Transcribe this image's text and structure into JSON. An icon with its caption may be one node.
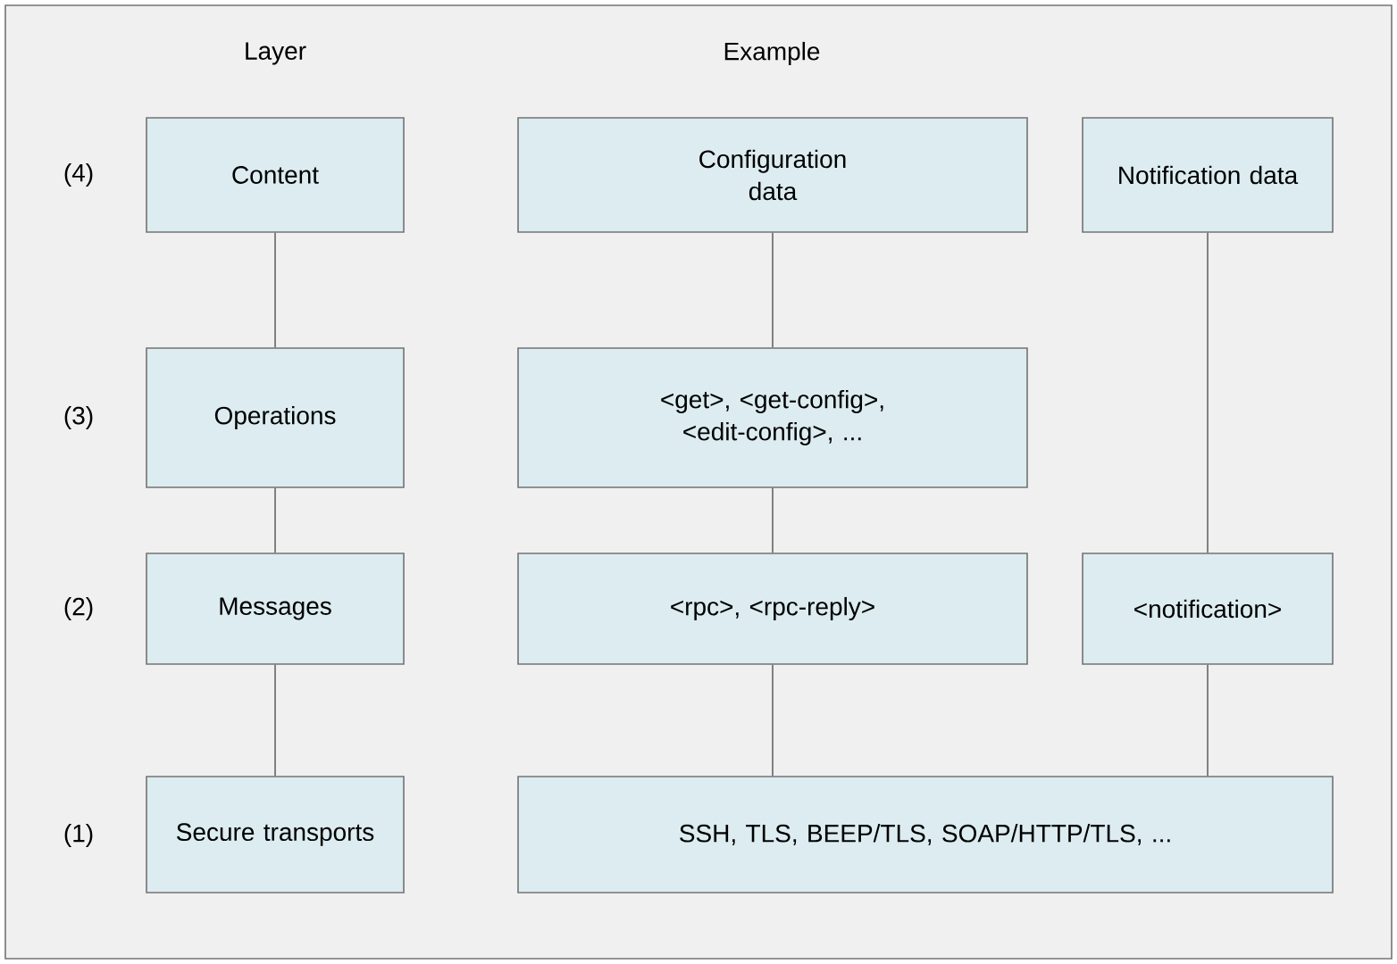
{
  "diagram": {
    "nodes": [
      {
        "text": [
          "Content"
        ]
      },
      {
        "text": [
          "Configuration data"
        ]
      },
      {
        "text": [
          "Notification data"
        ]
      },
      {
        "text": [
          "Operations"
        ]
      },
      {
        "text": [
          "<get>, <get-config>, <edit-config>, ..."
        ]
      },
      {
        "text": [
          "Messages"
        ]
      },
      {
        "text": [
          "<rpc>, <rpc-reply>"
        ]
      },
      {
        "text": [
          "<notification>"
        ]
      },
      {
        "text": [
          "Secure transports"
        ]
      },
      {
        "text": [
          "SSH, TLS, BEEP/TLS, SOAP/HTTP/TLS, ..."
        ]
      }
    ],
    "edges": [
      {
        "from": 0,
        "to": 3,
        "arrow": "none"
      },
      {
        "from": 3,
        "to": 5,
        "arrow": "none"
      },
      {
        "from": 5,
        "to": 8,
        "arrow": "none"
      },
      {
        "from": 1,
        "to": 4,
        "arrow": "none"
      },
      {
        "from": 4,
        "to": 6,
        "arrow": "none"
      },
      {
        "from": 6,
        "to": 9,
        "arrow": "none"
      },
      {
        "from": 2,
        "to": 7,
        "arrow": "none"
      },
      {
        "from": 7,
        "to": 9,
        "arrow": "none"
      }
    ],
    "labels": [
      "Layer",
      "Example",
      "(4)",
      "(3)",
      "(2)",
      "(1)"
    ]
  }
}
